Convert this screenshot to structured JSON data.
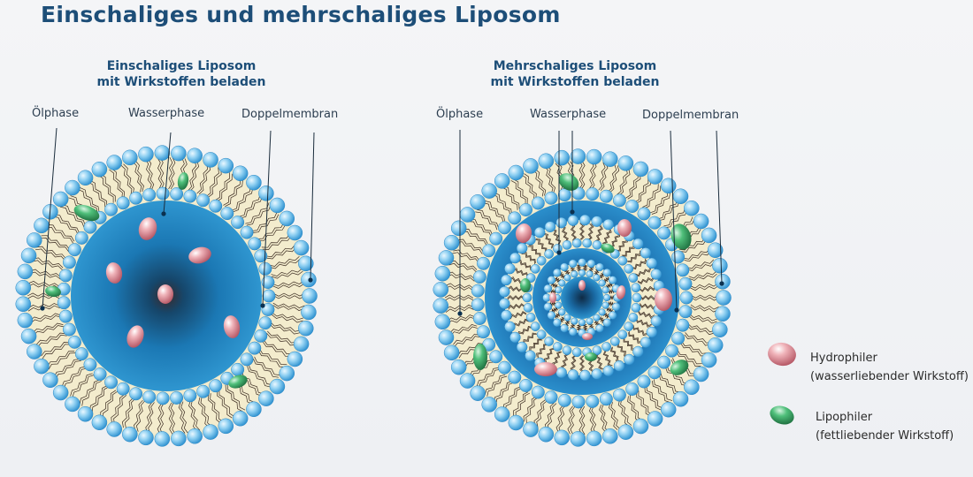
{
  "title": "Einschaliges und mehrschaliges Liposom",
  "left": {
    "subtitle_line1": "Einschaliges Liposom",
    "subtitle_line2": "mit Wirkstoffen beladen",
    "label_oil": "Ölphase",
    "label_water": "Wasserphase",
    "label_membrane": "Doppelmembran"
  },
  "right": {
    "subtitle_line1": "Mehrschaliges Liposom",
    "subtitle_line2": "mit Wirkstoffen beladen",
    "label_oil": "Ölphase",
    "label_water": "Wasserphase",
    "label_membrane": "Doppelmembran"
  },
  "legend": {
    "hydrophilic_line1": "Hydrophiler",
    "hydrophilic_line2": "(wasserliebender Wirkstoff)",
    "lipophilic_line1": "Lipophiler",
    "lipophilic_line2": "(fettliebender Wirkstoff)"
  },
  "colors": {
    "title": "#1d4e78",
    "head_light": "#bfe6fb",
    "head_dark": "#2a9ad6",
    "oil_phase": "#f3eccd",
    "water_core": "#1d7fbf",
    "hydrophilic_drug": "#c9707a",
    "lipophilic_drug": "#2f9a5a"
  }
}
